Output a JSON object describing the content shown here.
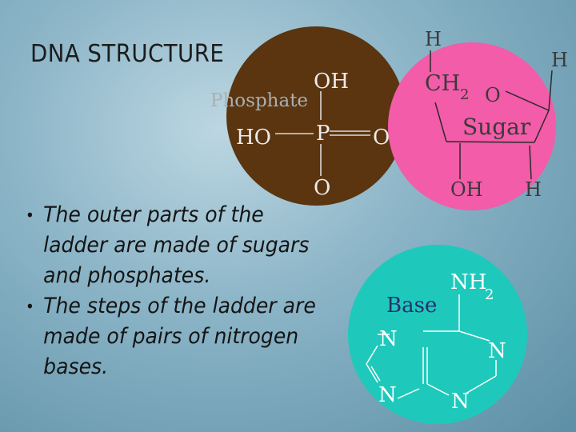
{
  "title": "DNA STRUCTURE",
  "bullets": [
    "The outer parts of the ladder are made of sugars and phosphates.",
    "The steps of the ladder are made of pairs of nitrogen bases."
  ],
  "phosphate": {
    "label": "Phosphate",
    "oh": "OH",
    "ho": "HO",
    "p": "P",
    "o_right": "O",
    "o_bottom": "O",
    "color": "#5a3510"
  },
  "sugar": {
    "label": "Sugar",
    "h_top": "H",
    "ch2": "CH",
    "ch2_sub": "2",
    "o_ring": "O",
    "h_right": "H",
    "oh_bottom": "OH",
    "h_bottom": "H",
    "color": "#f25ca8"
  },
  "base": {
    "label": "Base",
    "nh2": "NH",
    "nh2_sub": "2",
    "n_top_left": "N",
    "n_right": "N",
    "n_bottom_left": "N",
    "n_bottom": "N",
    "color": "#1ec9bb"
  }
}
